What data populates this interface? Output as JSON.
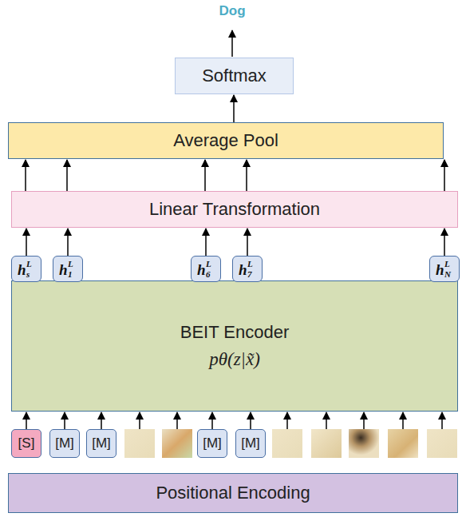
{
  "diagram": {
    "nodes": [
      {
        "text": [
          "Softmax"
        ]
      },
      {
        "text": [
          "Average Pool"
        ]
      },
      {
        "text": [
          "Linear Transformation"
        ]
      },
      {
        "text": [
          "h",
          "s",
          "L"
        ]
      },
      {
        "text": [
          "h",
          "1",
          "L"
        ]
      },
      {
        "text": [
          "h",
          "6",
          "L"
        ]
      },
      {
        "text": [
          "h",
          "7",
          "L"
        ]
      },
      {
        "text": [
          "h",
          "N",
          "L"
        ]
      },
      {
        "text": [
          "BEIT Encoder",
          "pθ(z|x̃)"
        ]
      },
      {
        "text": [
          "[S]"
        ]
      },
      {
        "text": [
          "[M]"
        ]
      },
      {
        "text": [
          "[M]"
        ]
      },
      {
        "text": [
          "[M]"
        ]
      },
      {
        "text": [
          "[M]"
        ]
      },
      {
        "text": [
          "Positional Encoding"
        ]
      }
    ],
    "edges": [
      {
        "from": 1,
        "to": 0,
        "arrow": "to"
      },
      {
        "from": 2,
        "to": 1,
        "arrow": "to"
      },
      {
        "from": 2,
        "to": 1,
        "arrow": "to"
      },
      {
        "from": 2,
        "to": 1,
        "arrow": "to"
      },
      {
        "from": 2,
        "to": 1,
        "arrow": "to"
      },
      {
        "from": 2,
        "to": 1,
        "arrow": "to"
      },
      {
        "from": 3,
        "to": 2,
        "arrow": "to"
      },
      {
        "from": 4,
        "to": 2,
        "arrow": "to"
      },
      {
        "from": 5,
        "to": 2,
        "arrow": "to"
      },
      {
        "from": 6,
        "to": 2,
        "arrow": "to"
      },
      {
        "from": 7,
        "to": 2,
        "arrow": "to"
      },
      {
        "from": 9,
        "to": 8,
        "arrow": "to"
      },
      {
        "from": 10,
        "to": 8,
        "arrow": "to"
      },
      {
        "from": 11,
        "to": 8,
        "arrow": "to"
      },
      {
        "from": 12,
        "to": 8,
        "arrow": "to"
      },
      {
        "from": 13,
        "to": 8,
        "arrow": "to"
      }
    ],
    "labels": [
      "Dog"
    ]
  }
}
